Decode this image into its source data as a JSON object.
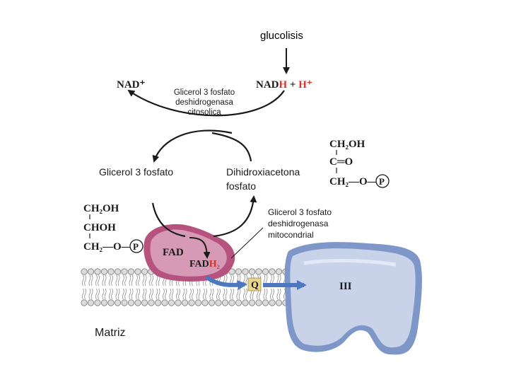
{
  "labels": {
    "glycolysis": "glucolisis",
    "nad_plus": "NAD⁺",
    "nadh_h": "NADH + H⁺",
    "cyto_enzyme_1": "Glicerol 3 fosfato",
    "cyto_enzyme_2": "deshidrogenasa",
    "cyto_enzyme_3": "citosolica",
    "g3p": "Glicerol 3 fosfato",
    "dhap_1": "Dihidroxiacetona",
    "dhap_2": "fosfato",
    "mito_enzyme_1": "Glicerol 3 fosfato",
    "mito_enzyme_2": "deshidrogenasa",
    "mito_enzyme_3": "mitocondrial",
    "fad": "FAD",
    "fadh2": "FADH₂",
    "q": "Q",
    "complex_iii": "III",
    "matrix": "Matriz"
  },
  "structures": {
    "g3p": [
      "CH₂OH",
      "CHOH",
      "CH₂—O—"
    ],
    "dhap": [
      "CH₂OH",
      "C═O",
      "CH₂—O—"
    ],
    "phosphate": "P"
  },
  "colors": {
    "arrow": "#1a1a1a",
    "enzyme_dark": "#b5527e",
    "enzyme_light": "#d79ab6",
    "complex_dark": "#7f97c8",
    "complex_light": "#c8d3ea",
    "membrane_head": "#d9d9d9",
    "q_box": "#e8d58a",
    "electron_arrow": "#4d78c0",
    "red_h": "#d0342c"
  }
}
